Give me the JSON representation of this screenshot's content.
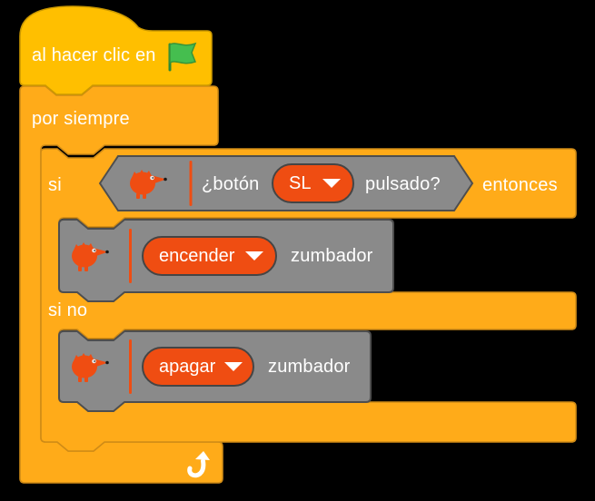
{
  "colors": {
    "background": "#000000",
    "event_block": "#FFBF00",
    "event_border": "#CC9900",
    "control_block": "#FFAB19",
    "control_border": "#CF8B17",
    "extension_gray": "#8A8A8A",
    "extension_border": "#4E4E4E",
    "accent_orange": "#EF4D12",
    "dropdown_border": "#454545",
    "flag_green": "#45BE4F",
    "flag_border": "#389438",
    "text": "#FFFFFF"
  },
  "script": {
    "hat": {
      "label": "al hacer clic en",
      "icon": "green-flag"
    },
    "forever": {
      "label": "por siempre",
      "icon": "loop-arrow"
    },
    "if_else": {
      "if_label": "si",
      "then_label": "entonces",
      "else_label": "si no"
    },
    "condition": {
      "text_before": "¿botón",
      "dropdown_value": "SL",
      "text_after": "pulsado?"
    },
    "buzzer_on": {
      "dropdown_value": "encender",
      "suffix": "zumbador"
    },
    "buzzer_off": {
      "dropdown_value": "apagar",
      "suffix": "zumbador"
    }
  }
}
